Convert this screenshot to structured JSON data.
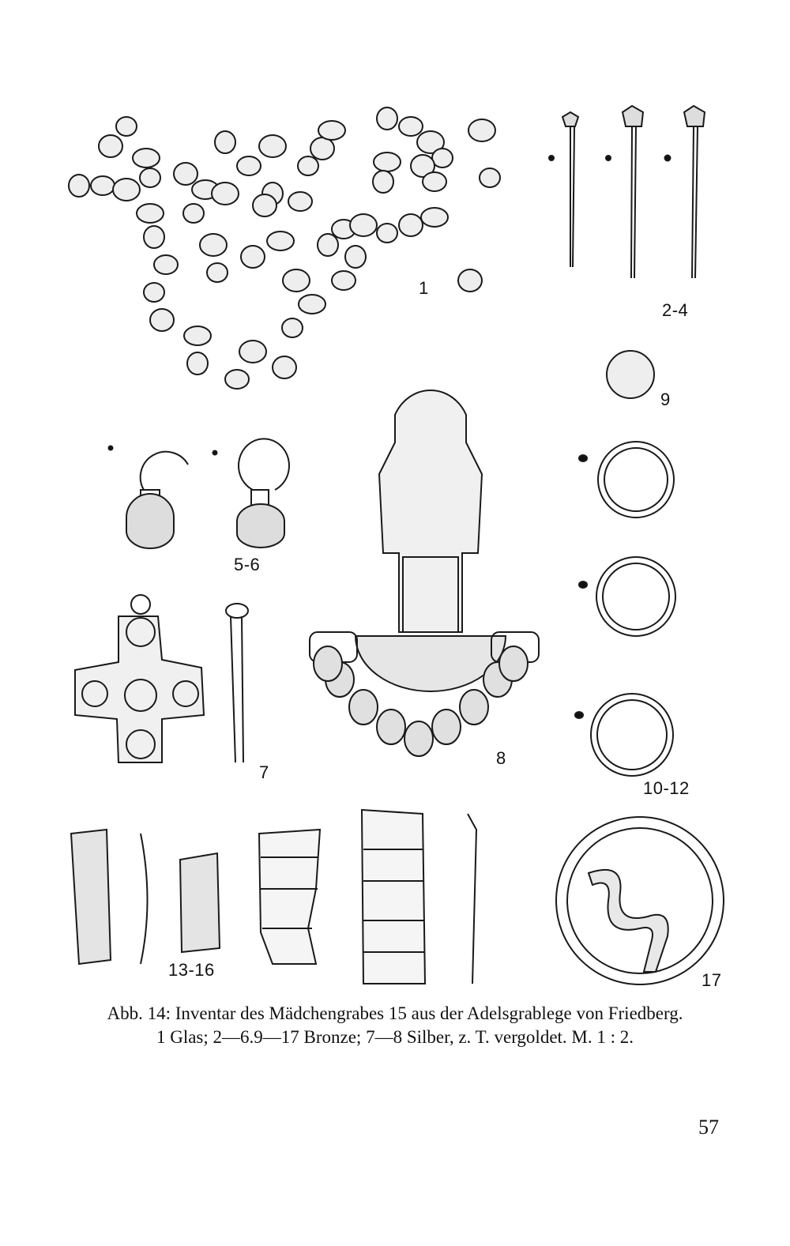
{
  "figure": {
    "labels": {
      "beads": "1",
      "pins": "2-4",
      "disc": "9",
      "earrings": "5-6",
      "cross_pendant": "7",
      "brooch": "8",
      "rings": "10-12",
      "fittings": "13-16",
      "openwork_disc": "17"
    }
  },
  "caption": {
    "line1": "Abb. 14: Inventar des Mädchengrabes 15 aus der Adelsgrablege von Friedberg.",
    "line2": "1 Glas; 2—6.9—17 Bronze; 7—8 Silber, z. T. vergoldet. M. 1 : 2."
  },
  "page_number": "57"
}
